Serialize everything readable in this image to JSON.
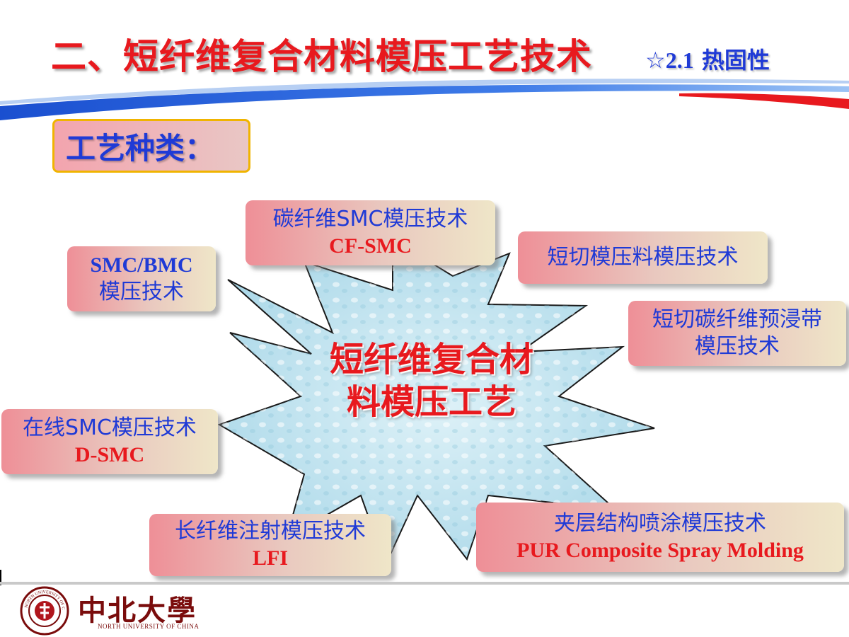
{
  "header": {
    "title": "二、短纤维复合材料模压工艺技术",
    "subtitle_star": "☆",
    "subtitle_num": "2.1",
    "subtitle_text": " 热固性"
  },
  "category_label": "工艺种类：",
  "center": {
    "line1": "短纤维复合材",
    "line2": "料模压工艺"
  },
  "techniques": {
    "smc_bmc": {
      "line1": "SMC/BMC",
      "line2": "模压技术"
    },
    "cf_smc": {
      "zh": "碳纤维SMC模压技术",
      "en": "CF-SMC"
    },
    "short_cut": {
      "zh": "短切模压料模压技术"
    },
    "short_carbon": {
      "line1": "短切碳纤维预浸带",
      "line2": "模压技术"
    },
    "d_smc": {
      "zh": "在线SMC模压技术",
      "en": "D-SMC"
    },
    "lfi": {
      "zh": "长纤维注射模压技术",
      "en": "LFI"
    },
    "pur": {
      "zh": "夹层结构喷涂模压技术",
      "en": "PUR Composite Spray Molding"
    }
  },
  "footer": {
    "university_cn": "中北大學",
    "university_en": "NORTH UNIVERSITY OF CHINA",
    "seal_text": "NORTH UNIVERSITY OF CHINA"
  },
  "colors": {
    "title_red": "#e8191e",
    "accent_blue": "#1f3ad6",
    "label_border": "#f0b400",
    "star_fill": "#c6e7f2",
    "brand_maroon": "#7a0c0c"
  }
}
